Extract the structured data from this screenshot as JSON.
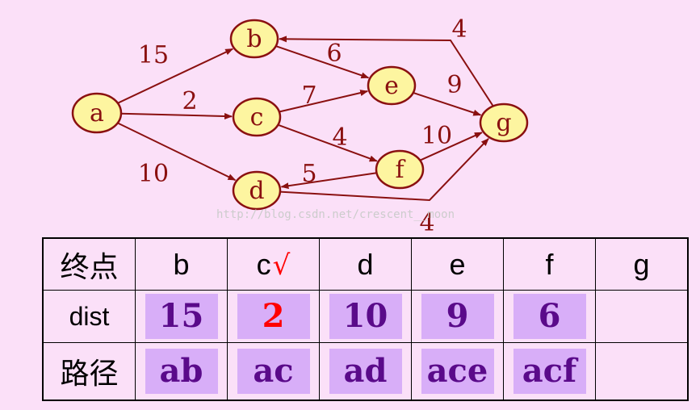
{
  "graph": {
    "nodes": [
      {
        "id": "a",
        "label": "a"
      },
      {
        "id": "b",
        "label": "b"
      },
      {
        "id": "c",
        "label": "c"
      },
      {
        "id": "d",
        "label": "d"
      },
      {
        "id": "e",
        "label": "e"
      },
      {
        "id": "f",
        "label": "f"
      },
      {
        "id": "g",
        "label": "g"
      }
    ],
    "edges": [
      {
        "from": "a",
        "to": "b",
        "weight": "15"
      },
      {
        "from": "a",
        "to": "c",
        "weight": "2"
      },
      {
        "from": "a",
        "to": "d",
        "weight": "10"
      },
      {
        "from": "b",
        "to": "e",
        "weight": "6"
      },
      {
        "from": "c",
        "to": "e",
        "weight": "7"
      },
      {
        "from": "c",
        "to": "f",
        "weight": "4"
      },
      {
        "from": "e",
        "to": "g",
        "weight": "9"
      },
      {
        "from": "f",
        "to": "g",
        "weight": "10"
      },
      {
        "from": "f",
        "to": "d",
        "weight": "5"
      },
      {
        "from": "g",
        "to": "b",
        "weight": "4"
      },
      {
        "from": "d",
        "to": "g",
        "weight": "4"
      }
    ],
    "edge_color": "#8a1010",
    "node_fill": "#fdf5a0"
  },
  "watermark": "http://blog.csdn.net/crescent__moon",
  "table": {
    "header_label": "终点",
    "dist_label": "dist",
    "path_label": "路径",
    "columns": [
      {
        "node": "b",
        "dist": "15",
        "path": "ab",
        "checked": false
      },
      {
        "node": "c",
        "dist": "2",
        "path": "ac",
        "checked": true
      },
      {
        "node": "d",
        "dist": "10",
        "path": "ad",
        "checked": false
      },
      {
        "node": "e",
        "dist": "9",
        "path": "ace",
        "checked": false
      },
      {
        "node": "f",
        "dist": "6",
        "path": "acf",
        "checked": false
      },
      {
        "node": "g",
        "dist": "",
        "path": "",
        "checked": false
      }
    ],
    "check_mark": "√",
    "box_color": "#d8aef8",
    "highlight_color": "#ff0000"
  }
}
